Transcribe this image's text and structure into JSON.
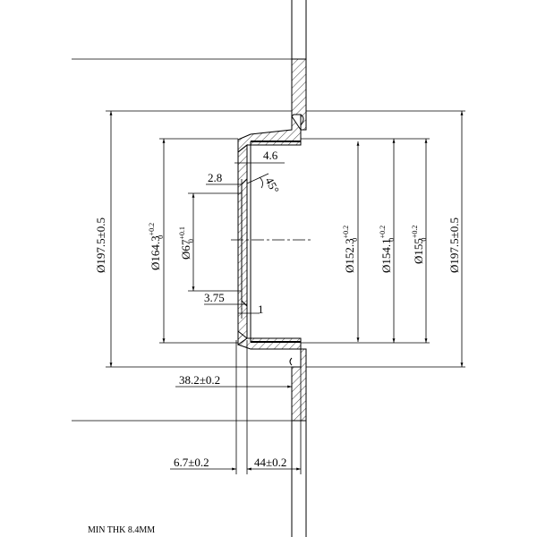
{
  "drawing": {
    "note": "MIN THK 8.4MM",
    "dims": {
      "d_outer_left": {
        "base": "Ø197.5±0.5"
      },
      "d_inner_bore": {
        "base": "Ø164.3",
        "sup": "+0.2",
        "sub": "0"
      },
      "d_hub": {
        "base": "Ø67",
        "sup": "+0.1",
        "sub": "0"
      },
      "d_152": {
        "base": "Ø152.3",
        "sup": "+0.2",
        "sub": "0"
      },
      "d_154": {
        "base": "Ø154.1",
        "sup": "+0.2",
        "sub": "0"
      },
      "d_155": {
        "base": "Ø155",
        "sup": "+0.2",
        "sub": "0"
      },
      "d_outer_right": {
        "base": "Ø197.5±0.5"
      },
      "t_4_6": "4.6",
      "t_2_8": "2.8",
      "t_45": "45°",
      "t_3_75": "3.75",
      "t_1": "1",
      "t_38_2": "38.2±0.2",
      "t_6_7": "6.7±0.2",
      "t_44": "44±0.2"
    }
  }
}
